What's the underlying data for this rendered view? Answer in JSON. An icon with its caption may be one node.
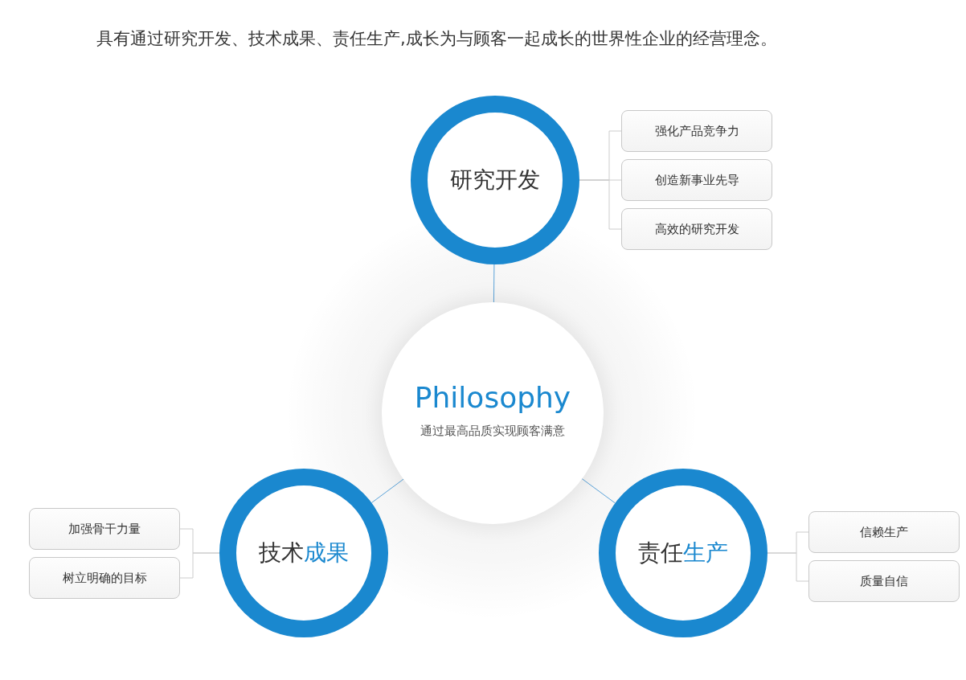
{
  "diagram": {
    "title": "具有通过研究开发、技术成果、责任生产,成长为与顾客一起成长的世界性企业的经营理念。",
    "nodes": [
      {
        "text": [
          "Philosophy",
          "通过最高品质实现顾客满意"
        ]
      },
      {
        "text": [
          "研究开发"
        ]
      },
      {
        "text": [
          "技术**成果**"
        ]
      },
      {
        "text": [
          "责任**生产**"
        ]
      },
      {
        "text": [
          "强化产品竞争力"
        ]
      },
      {
        "text": [
          "创造新事业先导"
        ]
      },
      {
        "text": [
          "高效的研究开发"
        ]
      },
      {
        "text": [
          "加强骨干力量"
        ]
      },
      {
        "text": [
          "树立明确的目标"
        ]
      },
      {
        "text": [
          "信赖生产"
        ]
      },
      {
        "text": [
          "质量自信"
        ]
      }
    ],
    "edges": [
      {
        "from": 0,
        "to": 1,
        "arrow": "none",
        "color": "#5ba3d9"
      },
      {
        "from": 0,
        "to": 2,
        "arrow": "none",
        "color": "#5ba3d9"
      },
      {
        "from": 0,
        "to": 3,
        "arrow": "none",
        "color": "#5ba3d9"
      },
      {
        "from": 1,
        "to": 4,
        "arrow": "none"
      },
      {
        "from": 1,
        "to": 5,
        "arrow": "none"
      },
      {
        "from": 1,
        "to": 6,
        "arrow": "none"
      },
      {
        "from": 2,
        "to": 7,
        "arrow": "none"
      },
      {
        "from": 2,
        "to": 8,
        "arrow": "none"
      },
      {
        "from": 3,
        "to": 9,
        "arrow": "none"
      },
      {
        "from": 3,
        "to": 10,
        "arrow": "none"
      }
    ]
  }
}
